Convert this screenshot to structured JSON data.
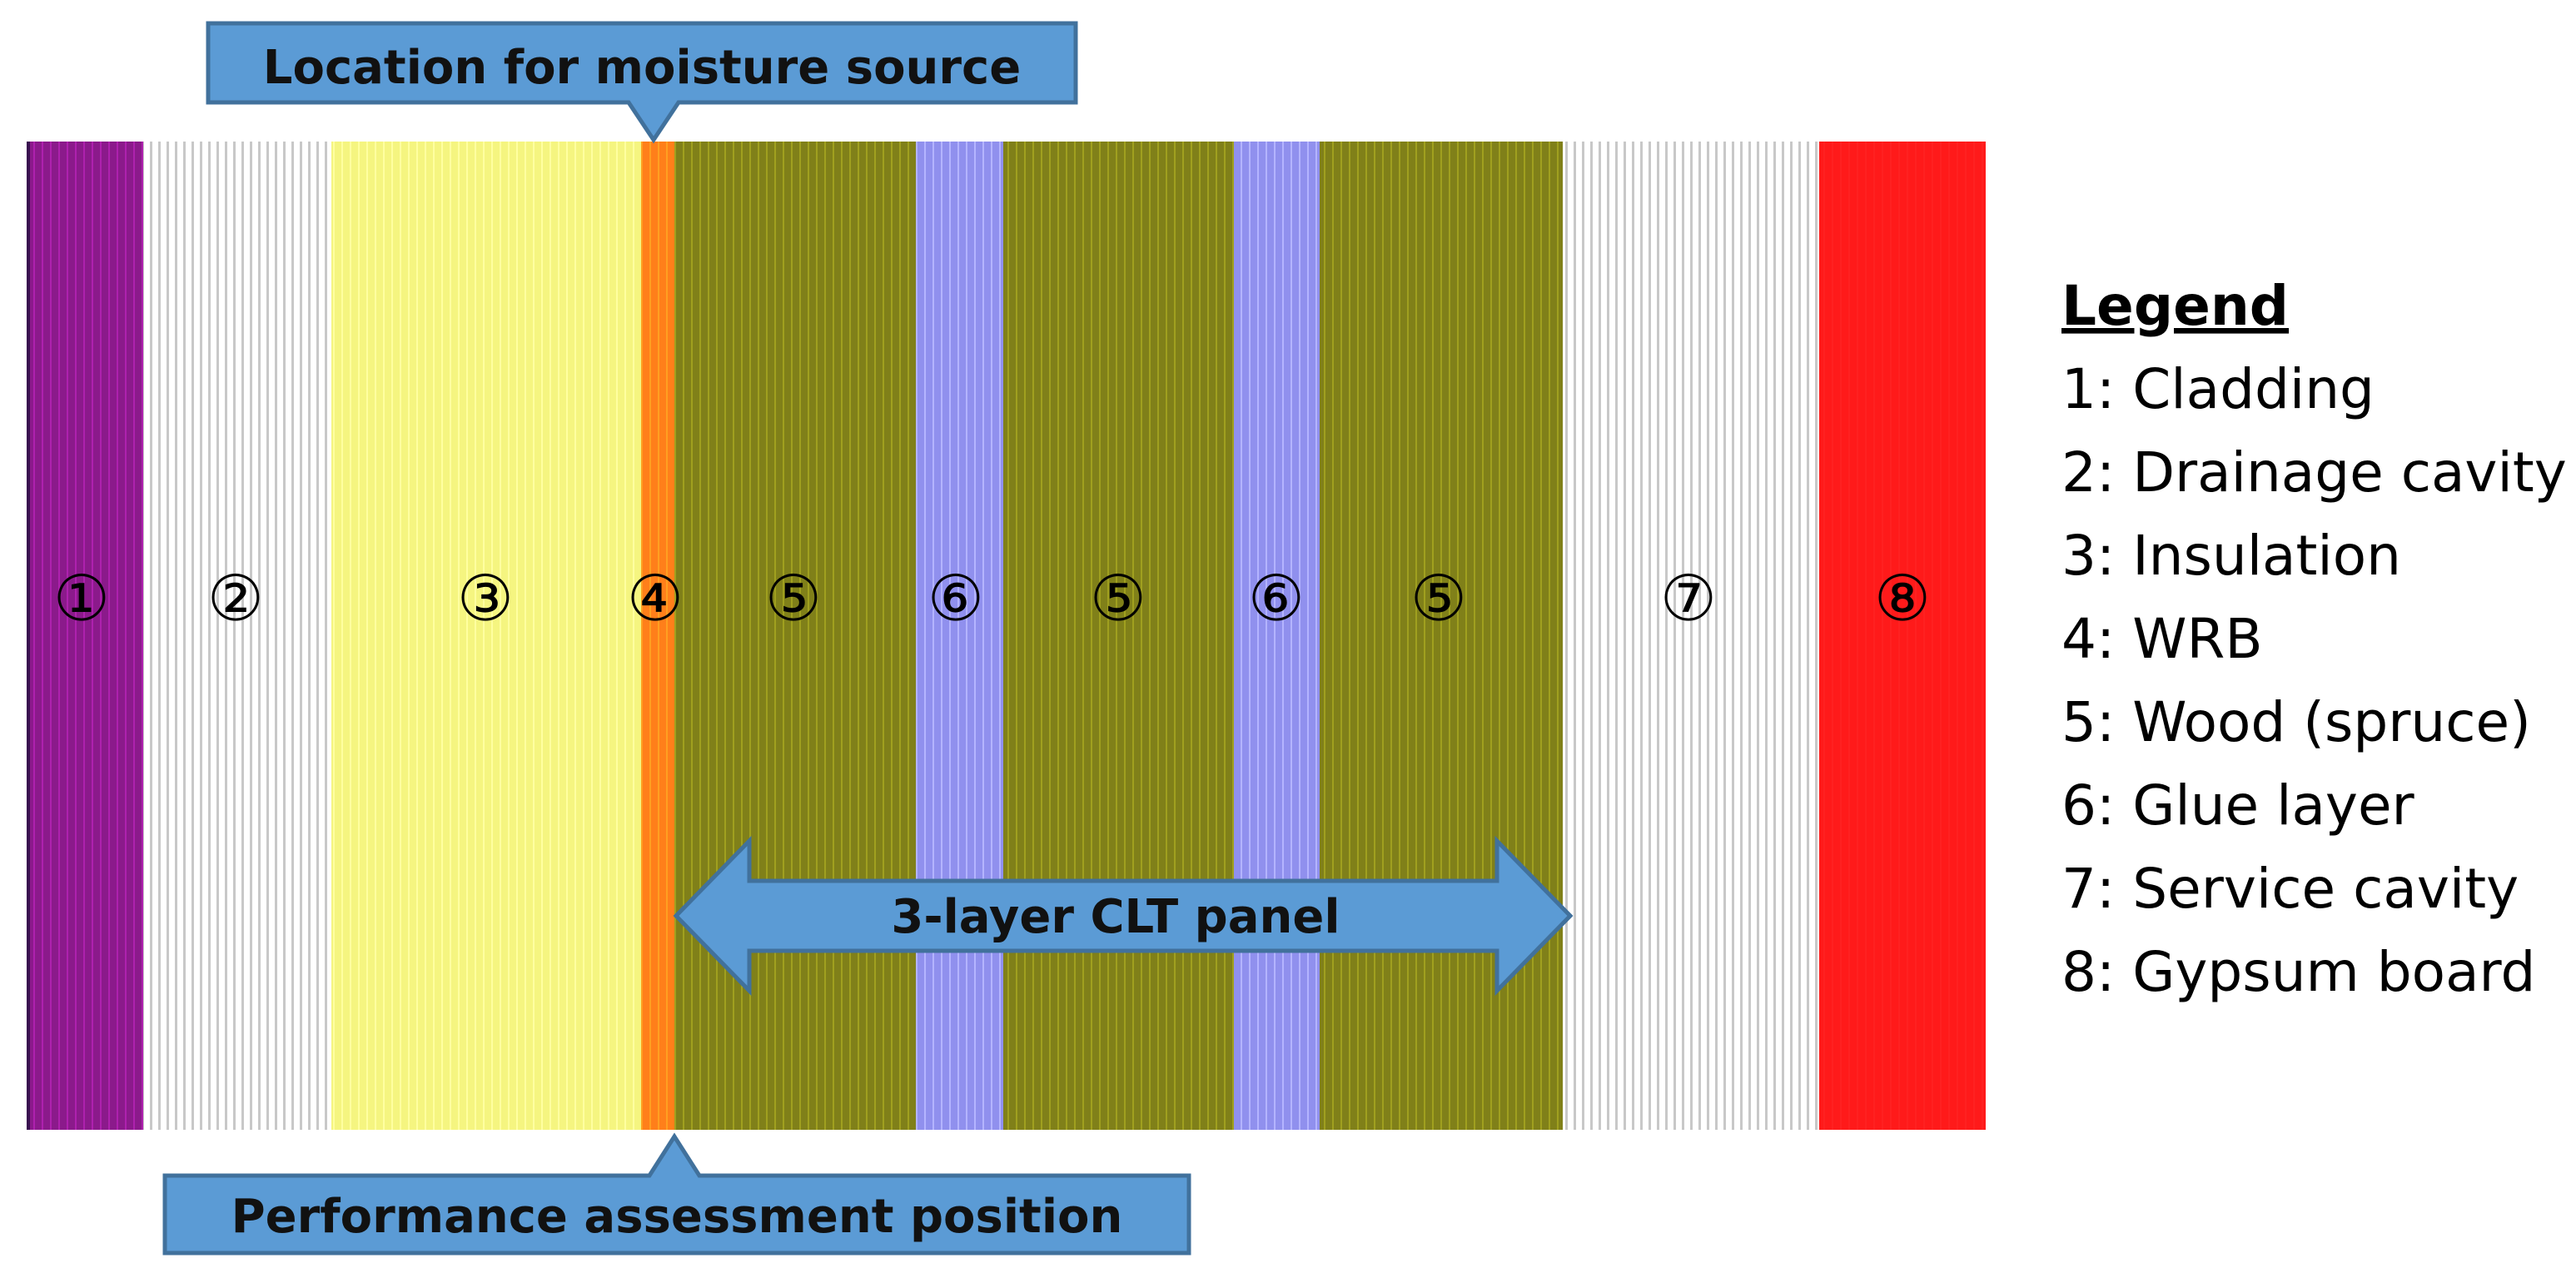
{
  "layers": [
    {
      "id": "1",
      "label": "①",
      "color": "#8b1a8b"
    },
    {
      "id": "2",
      "label": "②",
      "color": "#e6e6e6"
    },
    {
      "id": "3",
      "label": "③",
      "color": "#f5f580"
    },
    {
      "id": "4",
      "label": "④",
      "color": "#ff7f1a"
    },
    {
      "id": "5a",
      "label": "⑤",
      "color": "#808019"
    },
    {
      "id": "6a",
      "label": "⑥",
      "color": "#9090ee"
    },
    {
      "id": "5b",
      "label": "⑤",
      "color": "#808019"
    },
    {
      "id": "6b",
      "label": "⑥",
      "color": "#9090ee"
    },
    {
      "id": "5c",
      "label": "⑤",
      "color": "#808019"
    },
    {
      "id": "7",
      "label": "⑦",
      "color": "#ececec"
    },
    {
      "id": "8",
      "label": "⑧",
      "color": "#ff1a1a"
    }
  ],
  "callouts": {
    "moisture_source": "Location for moisture source",
    "clt_panel": "3-layer CLT panel",
    "performance_position": "Performance assessment position",
    "fill_color": "#5b9bd5",
    "border_color": "#41719c"
  },
  "legend": {
    "title": "Legend",
    "items": [
      "1: Cladding",
      "2: Drainage cavity",
      "3: Insulation",
      "4: WRB",
      "5: Wood (spruce)",
      "6: Glue layer",
      "7: Service cavity",
      "8: Gypsum board"
    ]
  }
}
